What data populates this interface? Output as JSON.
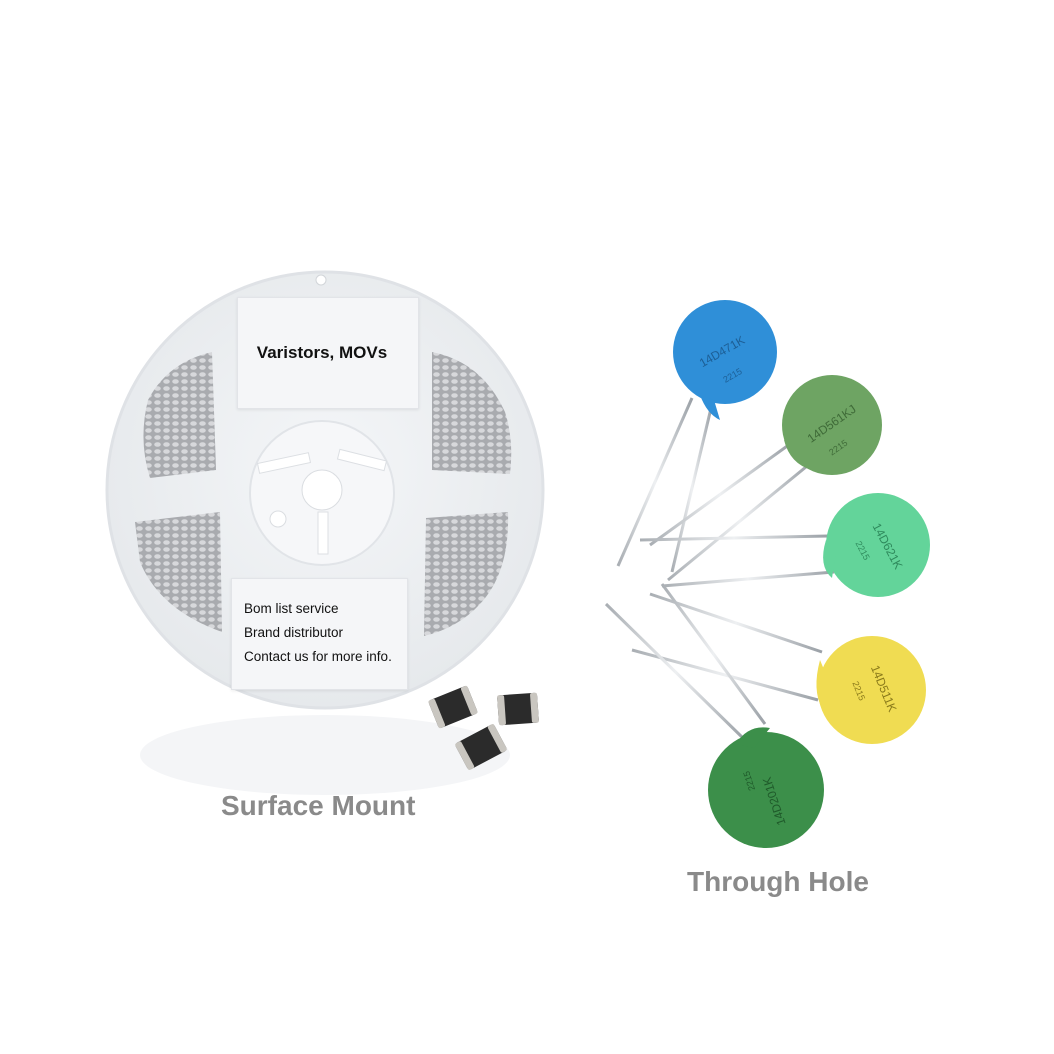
{
  "reel": {
    "title": "Varistors, MOVs",
    "info_lines": [
      "Bom list service",
      "Brand distributor",
      "Contact us for more info."
    ]
  },
  "labels": {
    "surface_mount": "Surface Mount",
    "through_hole": "Through Hole"
  },
  "varistors": [
    {
      "marking": "14D471K",
      "code": "2215",
      "color": "#2f8fd8"
    },
    {
      "marking": "14D561KJ",
      "code": "2215",
      "color": "#6ea463"
    },
    {
      "marking": "14D621K",
      "code": "2215",
      "color": "#63d49a"
    },
    {
      "marking": "14D511K",
      "code": "2215",
      "color": "#f0dc52"
    },
    {
      "marking": "14D201K",
      "code": "2215",
      "color": "#3c8f4a"
    }
  ],
  "colors": {
    "reel": "#eef0f3",
    "reel_edge": "#dfe2e6",
    "label_gray": "#8a8a8a",
    "chip_body": "#2b2b2b",
    "chip_cap": "#c9c6c0"
  }
}
